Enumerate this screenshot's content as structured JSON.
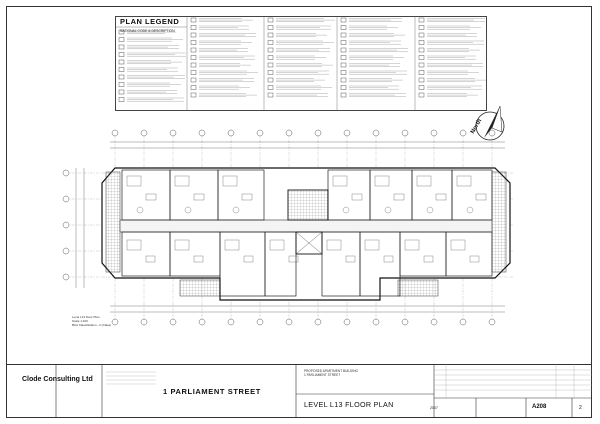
{
  "legend": {
    "title": "PLAN LEGEND",
    "subtitle": "NATIONAL CODE & DESCRIPTION"
  },
  "north": {
    "label": "North"
  },
  "plan": {
    "caption_line1": "Level L13 Floor Plan",
    "caption_line2": "Scale 1:100",
    "caption_line3": "BCA Classification - 2 (Class)"
  },
  "titleblock": {
    "company": "Clode Consulting Ltd",
    "street": "1 PARLIAMENT STREET",
    "project_line1": "PROPOSED APARTMENT BUILDING",
    "project_line2": "1 PARLIAMENT STREET",
    "drawing_title": "LEVEL L13 FLOOR PLAN",
    "date": "2007",
    "sheet_number": "A208",
    "revision": "2"
  },
  "colors": {
    "line": "#222222",
    "hatch": "#777777",
    "background": "#ffffff"
  }
}
